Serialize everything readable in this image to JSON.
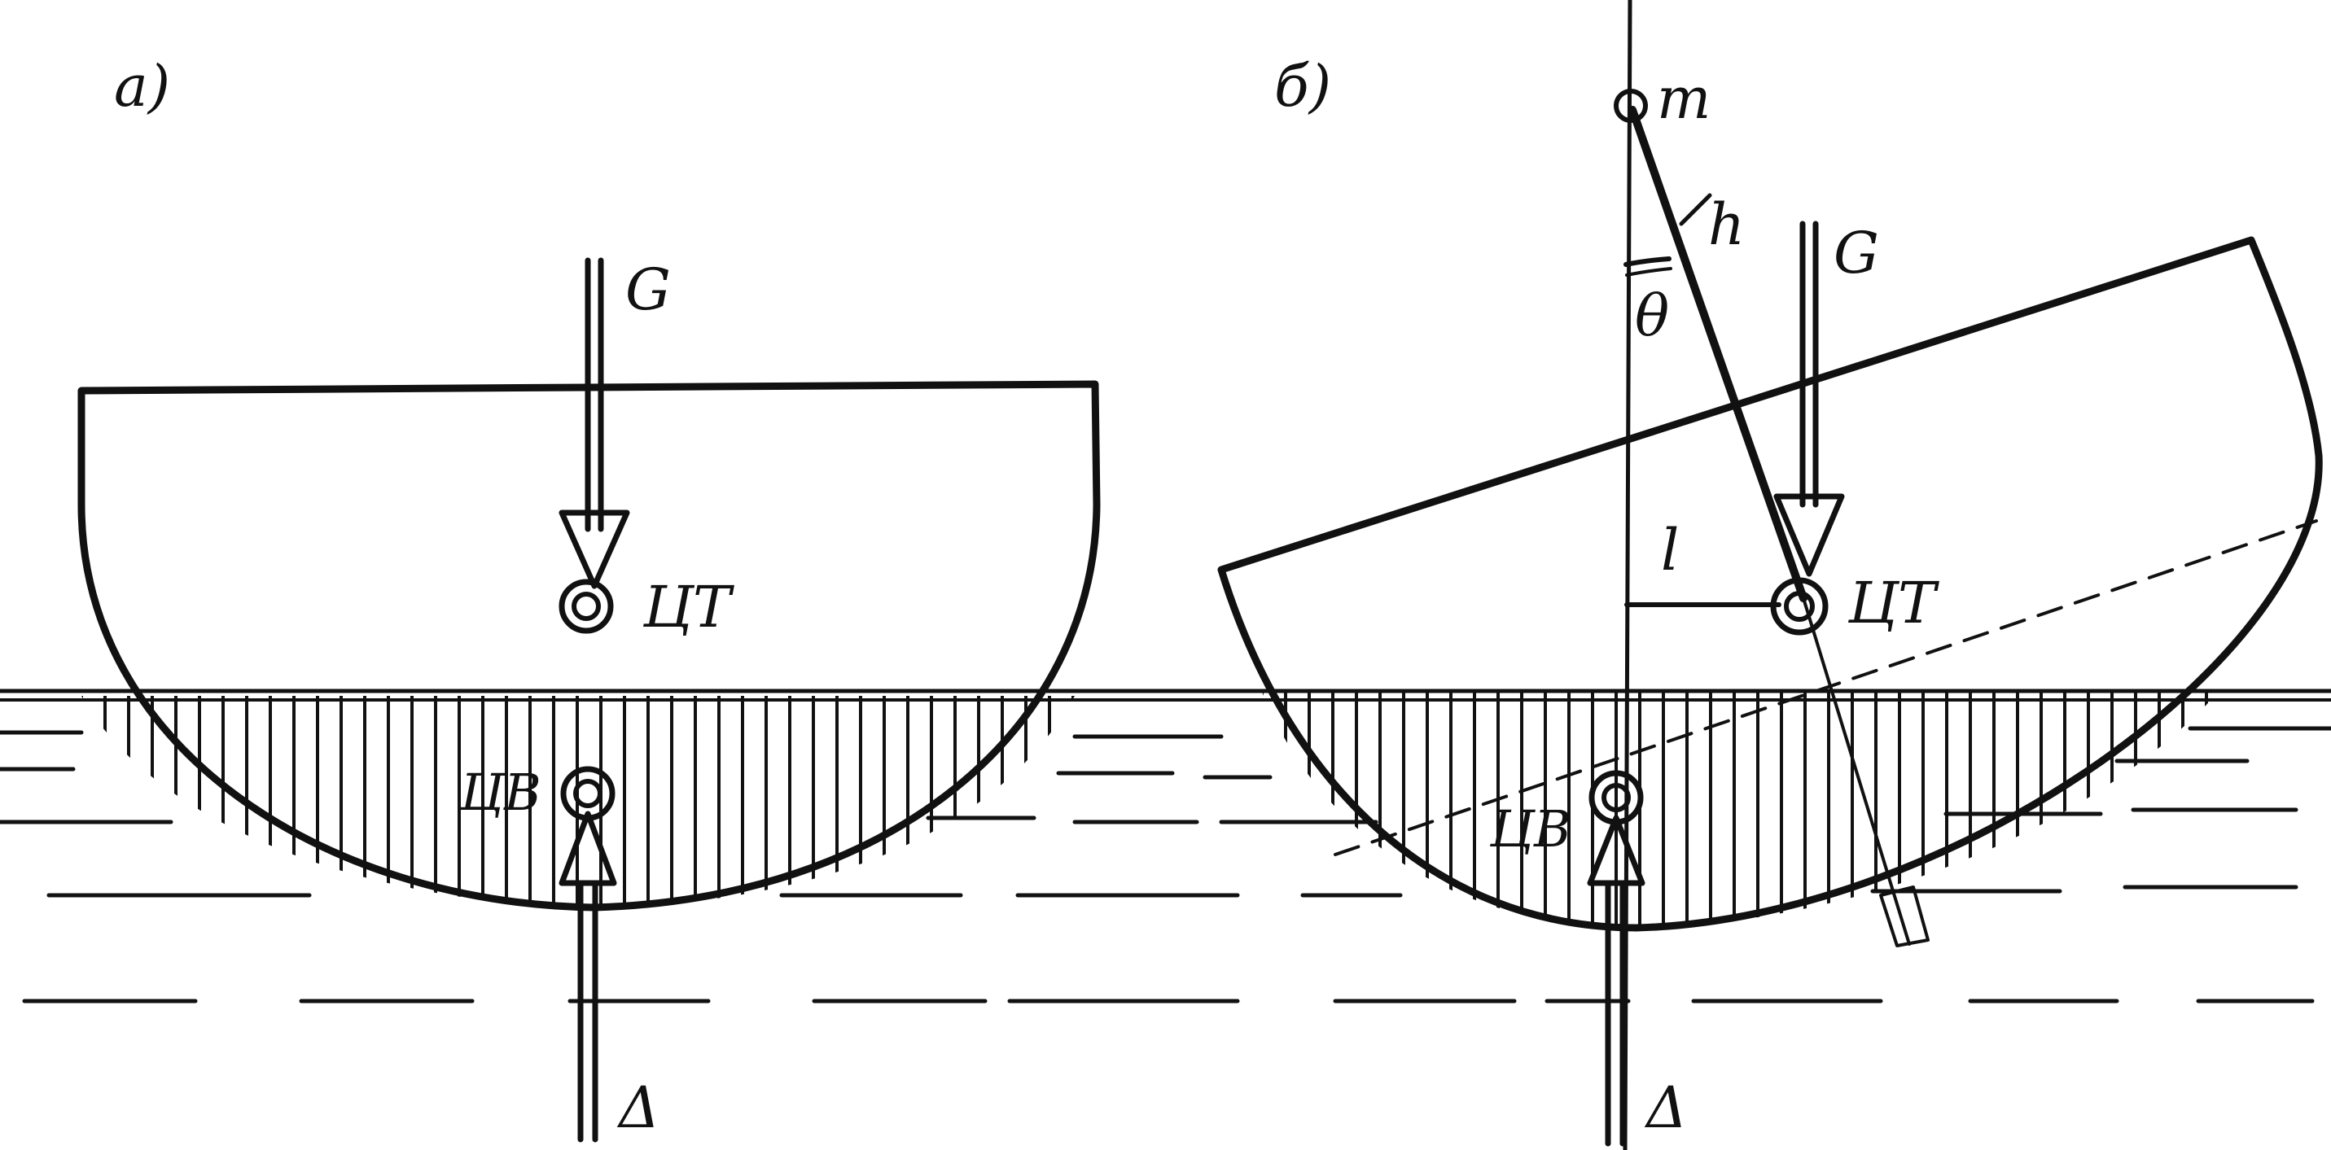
{
  "panels": [
    {
      "id": "a",
      "label": "а)",
      "weight_label": "G",
      "cg_label": "ЦТ",
      "cb_label": "ЦВ",
      "buoyancy_label": "Δ"
    },
    {
      "id": "b",
      "label": "б)",
      "weight_label": "G",
      "cg_label": "ЦТ",
      "cb_label": "ЦВ",
      "buoyancy_label": "Δ",
      "metacenter_label": "m",
      "metacentric_height_label": "h",
      "heel_angle_label": "θ",
      "righting_arm_label": "l"
    }
  ],
  "colors": {
    "ink": "#111111",
    "background": "#ffffff"
  }
}
